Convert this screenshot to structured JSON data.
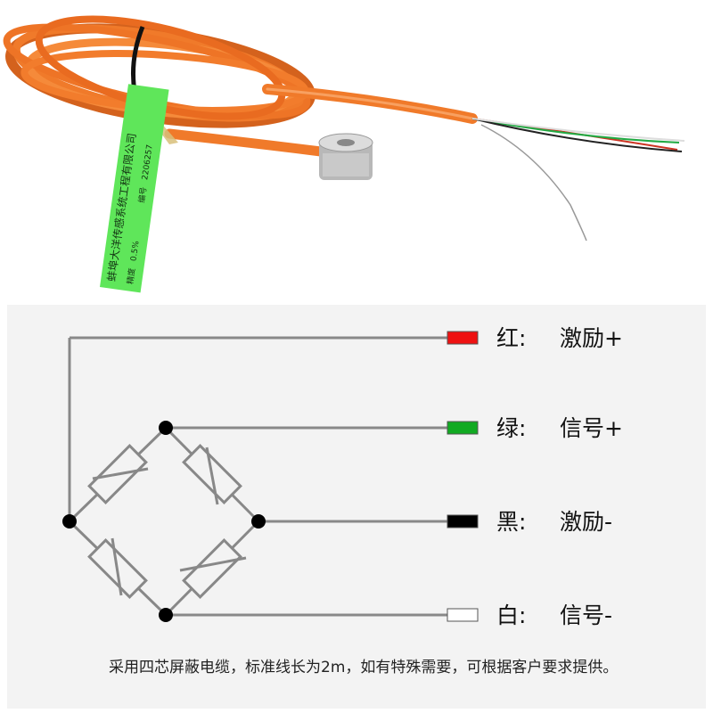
{
  "label_tag": {
    "company": "蚌埠大洋传感系统工程有限公司",
    "spec_label": "精度",
    "spec_value": "0.5%",
    "serial_label": "编号",
    "serial_value": "2206257"
  },
  "wires": [
    {
      "color_name": "红",
      "function": "激励+",
      "swatch": "#ee1111"
    },
    {
      "color_name": "绿",
      "function": "信号+",
      "swatch": "#11aa22"
    },
    {
      "color_name": "黑",
      "function": "激励-",
      "swatch": "#000000"
    },
    {
      "color_name": "白",
      "function": "信号-",
      "swatch": "#ffffff"
    }
  ],
  "colors": {
    "cable": "#f07a2a",
    "tag": "#5fe65a",
    "panel": "#f3f3f3",
    "diagram_line": "#888888"
  },
  "note": "采用四芯屏蔽电缆，标准线长为2m，如有特殊需要，可根据客户要求提供。"
}
